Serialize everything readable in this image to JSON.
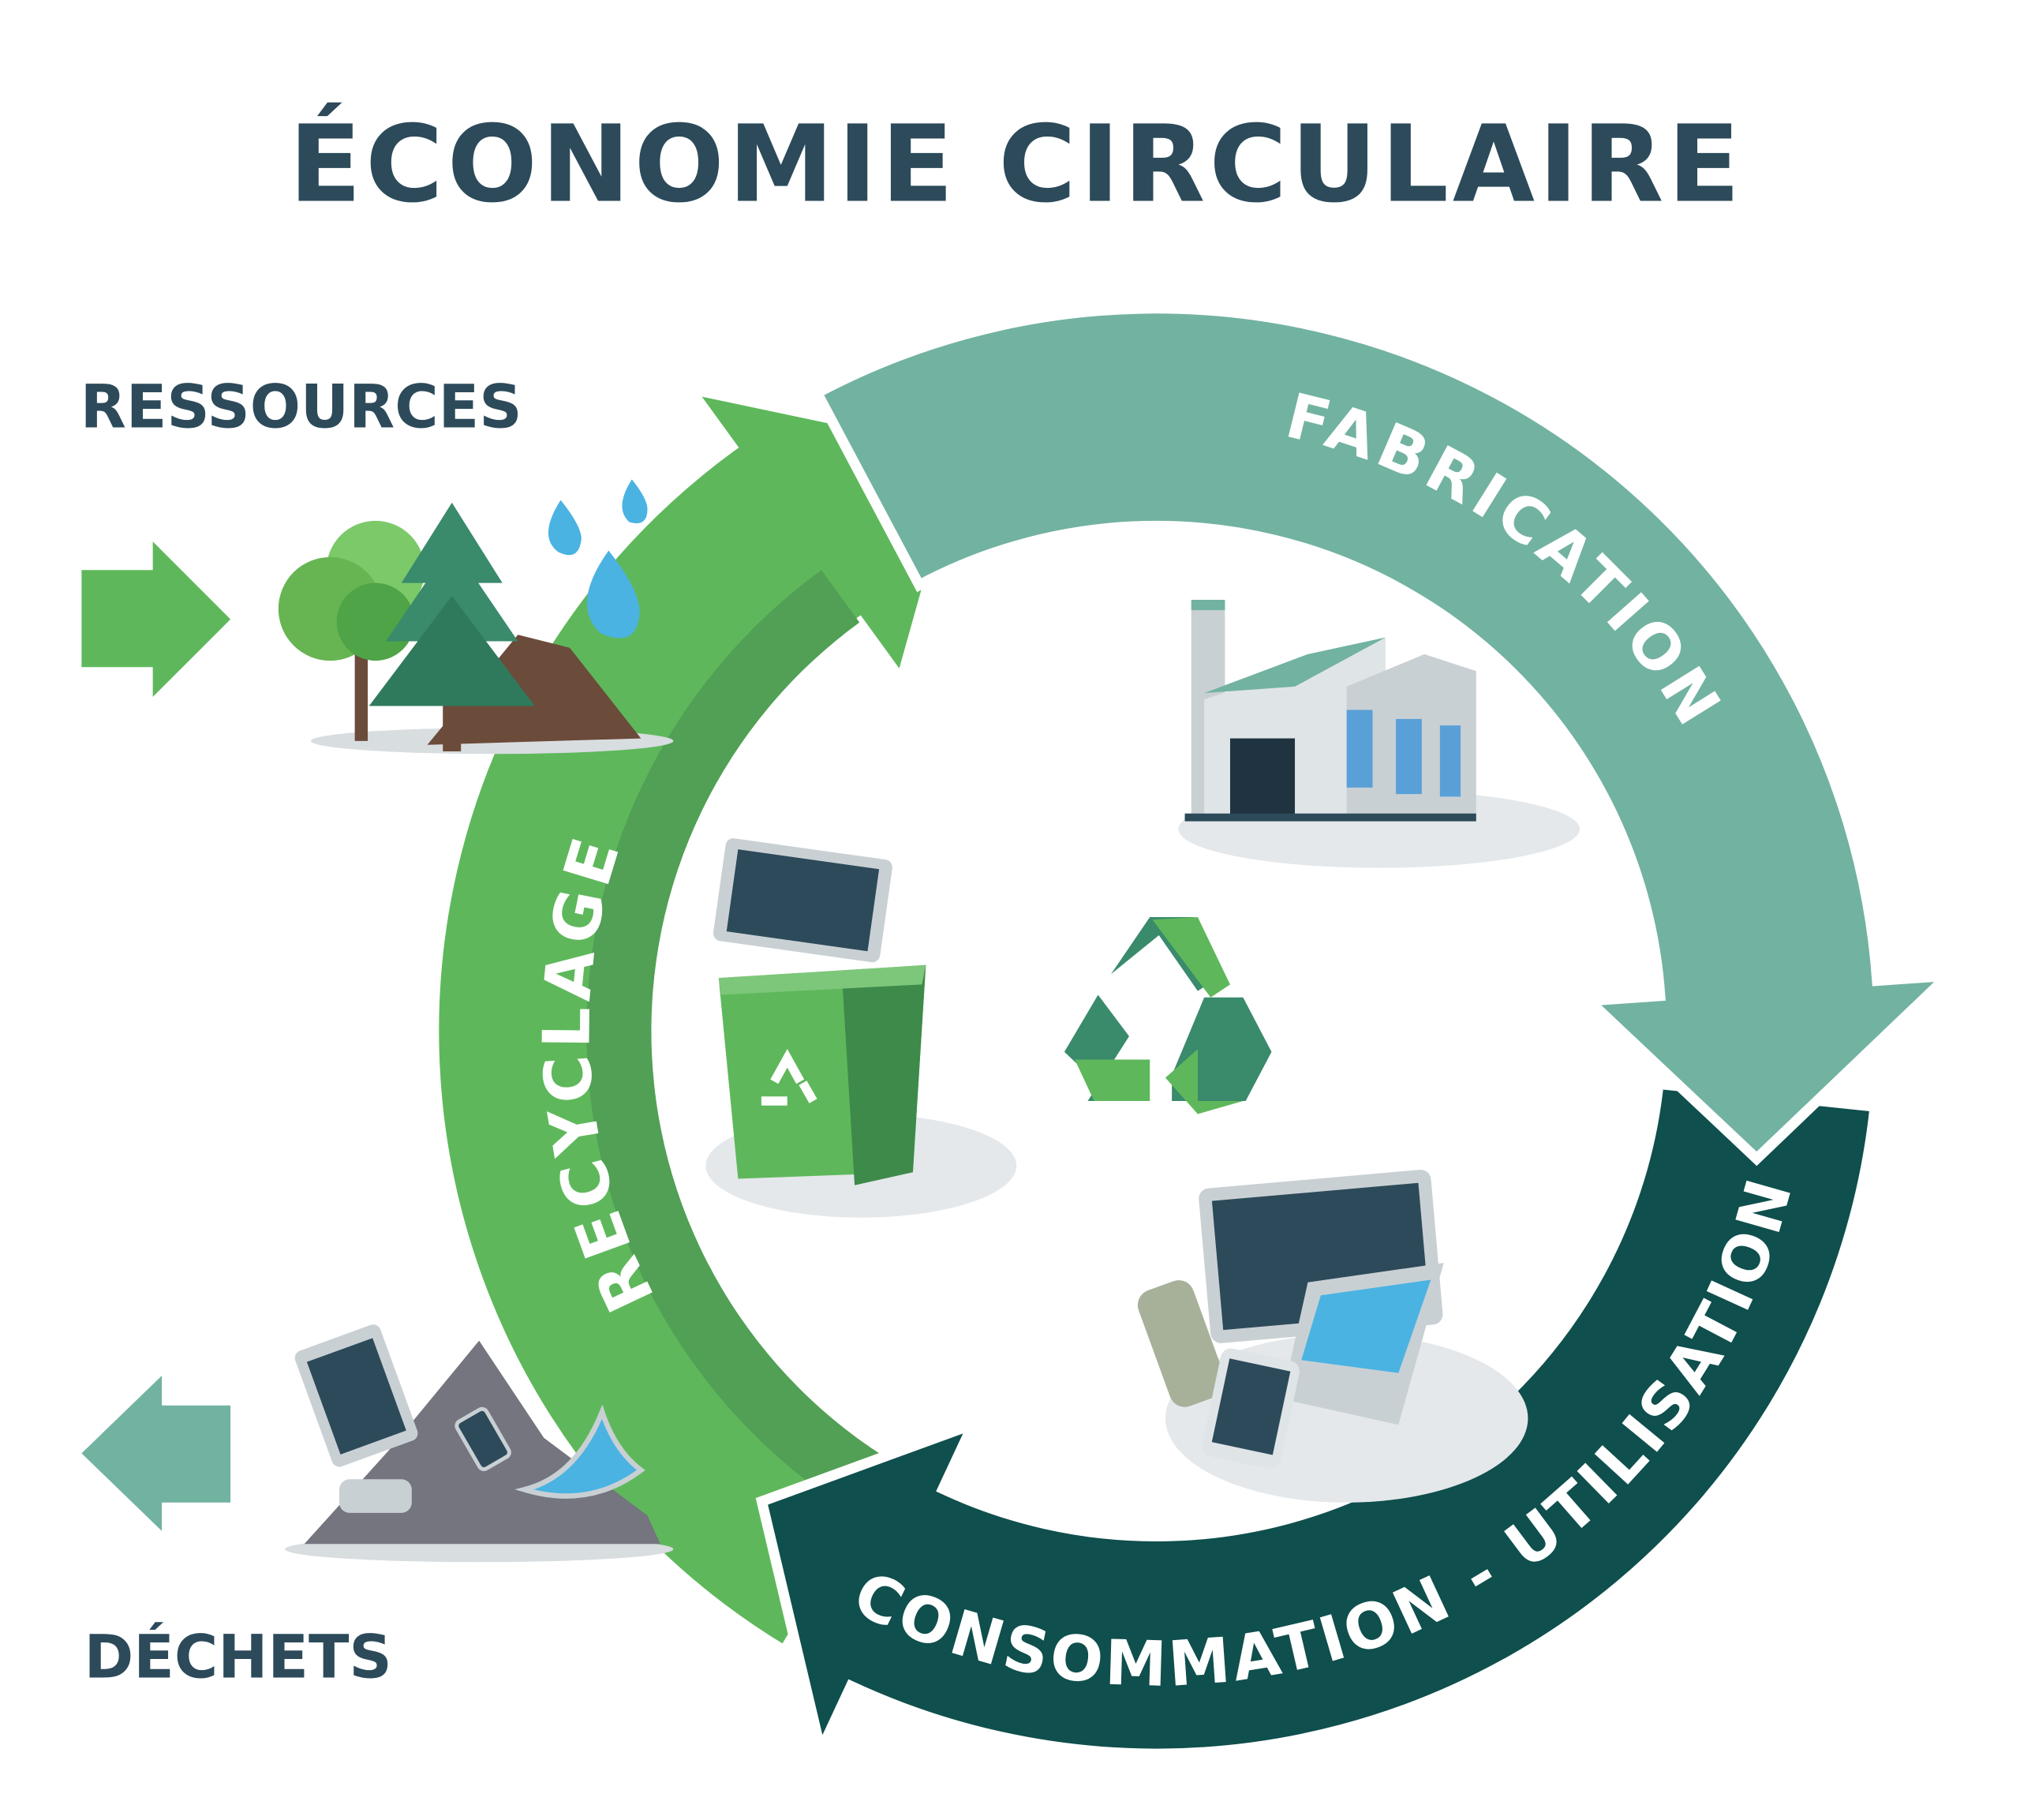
{
  "title": "ÉCONOMIE CIRCULAIRE",
  "left": {
    "resources_label": "RESSOURCES",
    "waste_label": "DÉCHETS"
  },
  "cycle": [
    {
      "id": "fabrication",
      "label": "FABRICATION",
      "color": "#72b2a1"
    },
    {
      "id": "consumption",
      "label": "CONSOMMATION - UTILISATION",
      "color": "#0f4f4d"
    },
    {
      "id": "recycling",
      "label": "RECYCLAGE",
      "color": "#5eb85b",
      "inner_color": "#51a055"
    }
  ],
  "colors": {
    "title": "#2c4a5a",
    "resources_arrow": "#5eb85b",
    "waste_arrow": "#72b2a1"
  }
}
